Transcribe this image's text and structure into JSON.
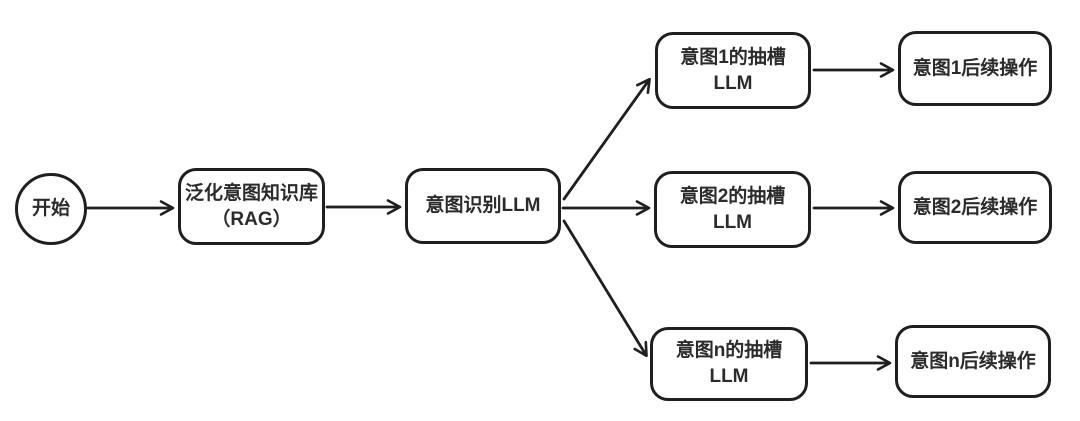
{
  "diagram": {
    "type": "flowchart",
    "colors": {
      "stroke": "#1f1f1f",
      "text": "#2b2b2b",
      "bg": "#ffffff"
    },
    "nodes": {
      "start": {
        "label": "开始"
      },
      "rag": {
        "line1": "泛化意图知识库",
        "line2": "（RAG）"
      },
      "recognition": {
        "label": "意图识别LLM"
      },
      "intent1": {
        "line1": "意图1的抽槽",
        "line2": "LLM"
      },
      "intent2": {
        "line1": "意图2的抽槽",
        "line2": "LLM"
      },
      "intentn": {
        "line1": "意图n的抽槽",
        "line2": "LLM"
      },
      "follow1": {
        "label": "意图1后续操作"
      },
      "follow2": {
        "label": "意图2后续操作"
      },
      "follown": {
        "label": "意图n后续操作"
      }
    },
    "edges": [
      {
        "from": "start",
        "to": "rag"
      },
      {
        "from": "rag",
        "to": "recognition"
      },
      {
        "from": "recognition",
        "to": "intent1"
      },
      {
        "from": "recognition",
        "to": "intent2"
      },
      {
        "from": "recognition",
        "to": "intentn"
      },
      {
        "from": "intent1",
        "to": "follow1"
      },
      {
        "from": "intent2",
        "to": "follow2"
      },
      {
        "from": "intentn",
        "to": "follown"
      }
    ]
  }
}
